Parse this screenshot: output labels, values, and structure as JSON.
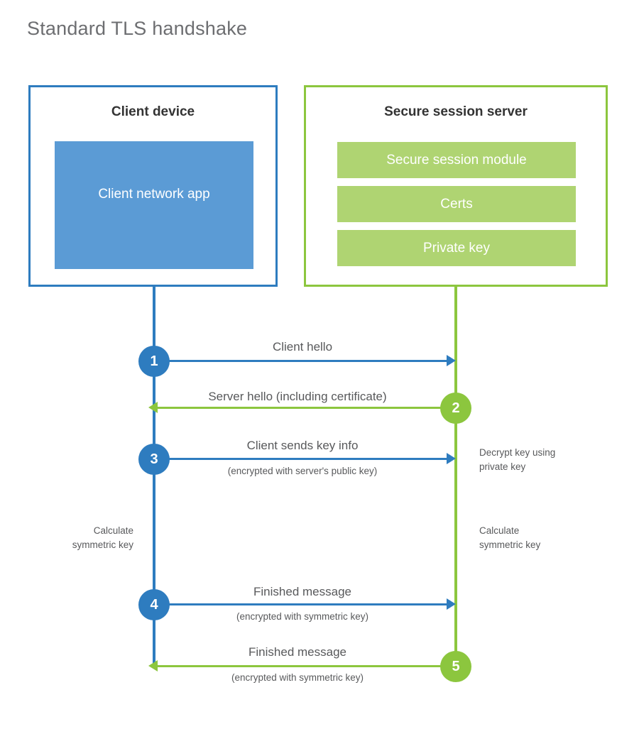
{
  "title": "Standard TLS handshake",
  "colors": {
    "client_blue": "#2e7cbf",
    "client_app_blue": "#5b9bd5",
    "server_green": "#8cc63e",
    "server_bar_green": "#afd472",
    "text_gray": "#58595b",
    "title_gray": "#6d6e71",
    "heading_dark": "#333333",
    "background": "#ffffff"
  },
  "actors": {
    "client": {
      "title": "Client device",
      "app_label": "Client network\napp"
    },
    "server": {
      "title": "Secure session server",
      "components": [
        {
          "label": "Secure session module"
        },
        {
          "label": "Certs"
        },
        {
          "label": "Private key"
        }
      ]
    }
  },
  "messages": [
    {
      "number": "1",
      "label": "Client hello",
      "sublabel": "",
      "direction": "client-to-server",
      "side": "client"
    },
    {
      "number": "2",
      "label": "Server hello (including certificate)",
      "sublabel": "",
      "direction": "server-to-client",
      "side": "server"
    },
    {
      "number": "3",
      "label": "Client sends key info",
      "sublabel": "(encrypted with server's public key)",
      "direction": "client-to-server",
      "side": "client"
    },
    {
      "number": "4",
      "label": "Finished message",
      "sublabel": "(encrypted with symmetric key)",
      "direction": "client-to-server",
      "side": "client"
    },
    {
      "number": "5",
      "label": "Finished message",
      "sublabel": "(encrypted with symmetric key)",
      "direction": "server-to-client",
      "side": "server"
    }
  ],
  "notes": {
    "decrypt_key": "Decrypt key using\nprivate key",
    "client_calculate": "Calculate\nsymmetric key",
    "server_calculate": "Calculate\nsymmetric key"
  }
}
